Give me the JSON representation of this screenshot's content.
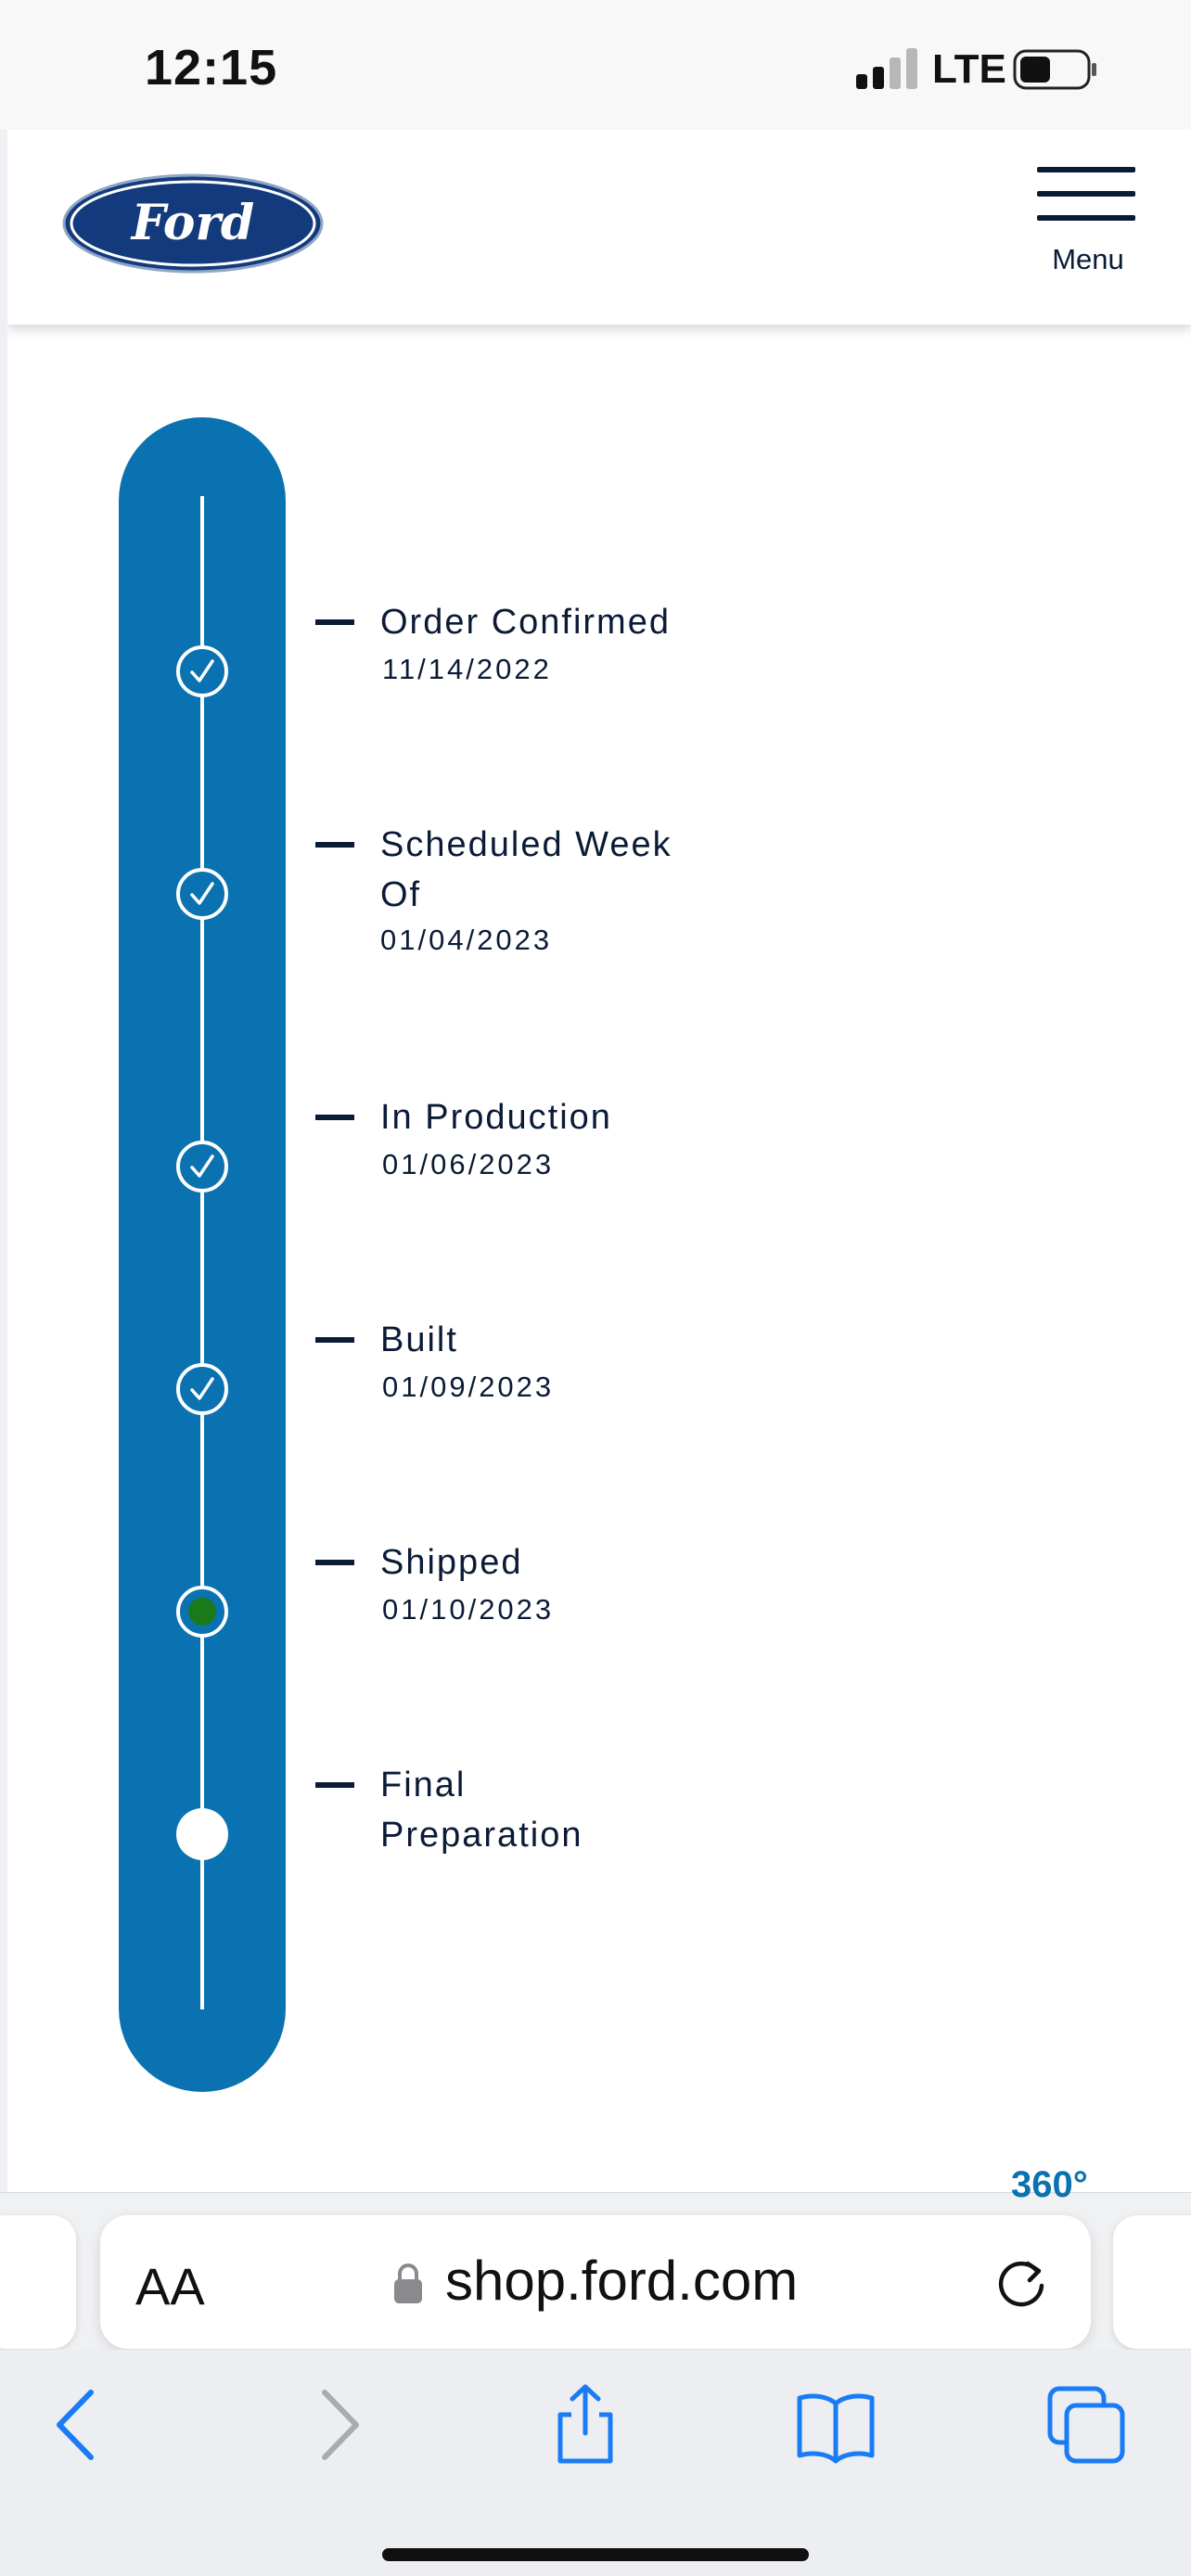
{
  "status_bar": {
    "time": "12:15",
    "network": "LTE"
  },
  "header": {
    "brand": "Ford",
    "menu_label": "Menu"
  },
  "timeline": {
    "steps": [
      {
        "title": "Order Confirmed",
        "date": "11/14/2022",
        "status": "complete"
      },
      {
        "title": "Scheduled Week Of",
        "date": "01/04/2023",
        "status": "complete"
      },
      {
        "title": "In Production",
        "date": "01/06/2023",
        "status": "complete"
      },
      {
        "title": "Built",
        "date": "01/09/2023",
        "status": "complete"
      },
      {
        "title": "Shipped",
        "date": "01/10/2023",
        "status": "current"
      },
      {
        "title": "Final Preparation",
        "date": "",
        "status": "pending"
      }
    ]
  },
  "badge_360": "360°",
  "browser": {
    "text_size_label": "AA",
    "url": "shop.ford.com"
  },
  "icons": {
    "back": "chevron-left-icon",
    "forward": "chevron-right-icon",
    "share": "share-icon",
    "bookmarks": "book-icon",
    "tabs": "tabs-icon",
    "lock": "lock-icon",
    "reload": "reload-icon"
  },
  "colors": {
    "brand_blue": "#0a72b0",
    "ford_navy": "#133a7c",
    "current_dot": "#1a7a1a",
    "text": "#0b1b36",
    "ios_blue": "#1a7cf5"
  }
}
